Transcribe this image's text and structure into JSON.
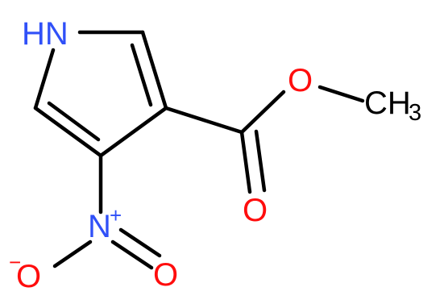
{
  "colors": {
    "bond": "#000000",
    "nitrogen": "#3050F8",
    "oxygen": "#FF0D0D",
    "carbon_label": "#000000",
    "background": "#FFFFFF"
  },
  "atoms": {
    "nh": "HN",
    "nitro_n": "N",
    "nitro_n_charge": "+",
    "nitro_o_minus": "O",
    "nitro_o_minus_charge": "−",
    "nitro_o": "O",
    "ester_o": "O",
    "carbonyl_o": "O",
    "methyl": "CH",
    "methyl_sub": "3"
  }
}
